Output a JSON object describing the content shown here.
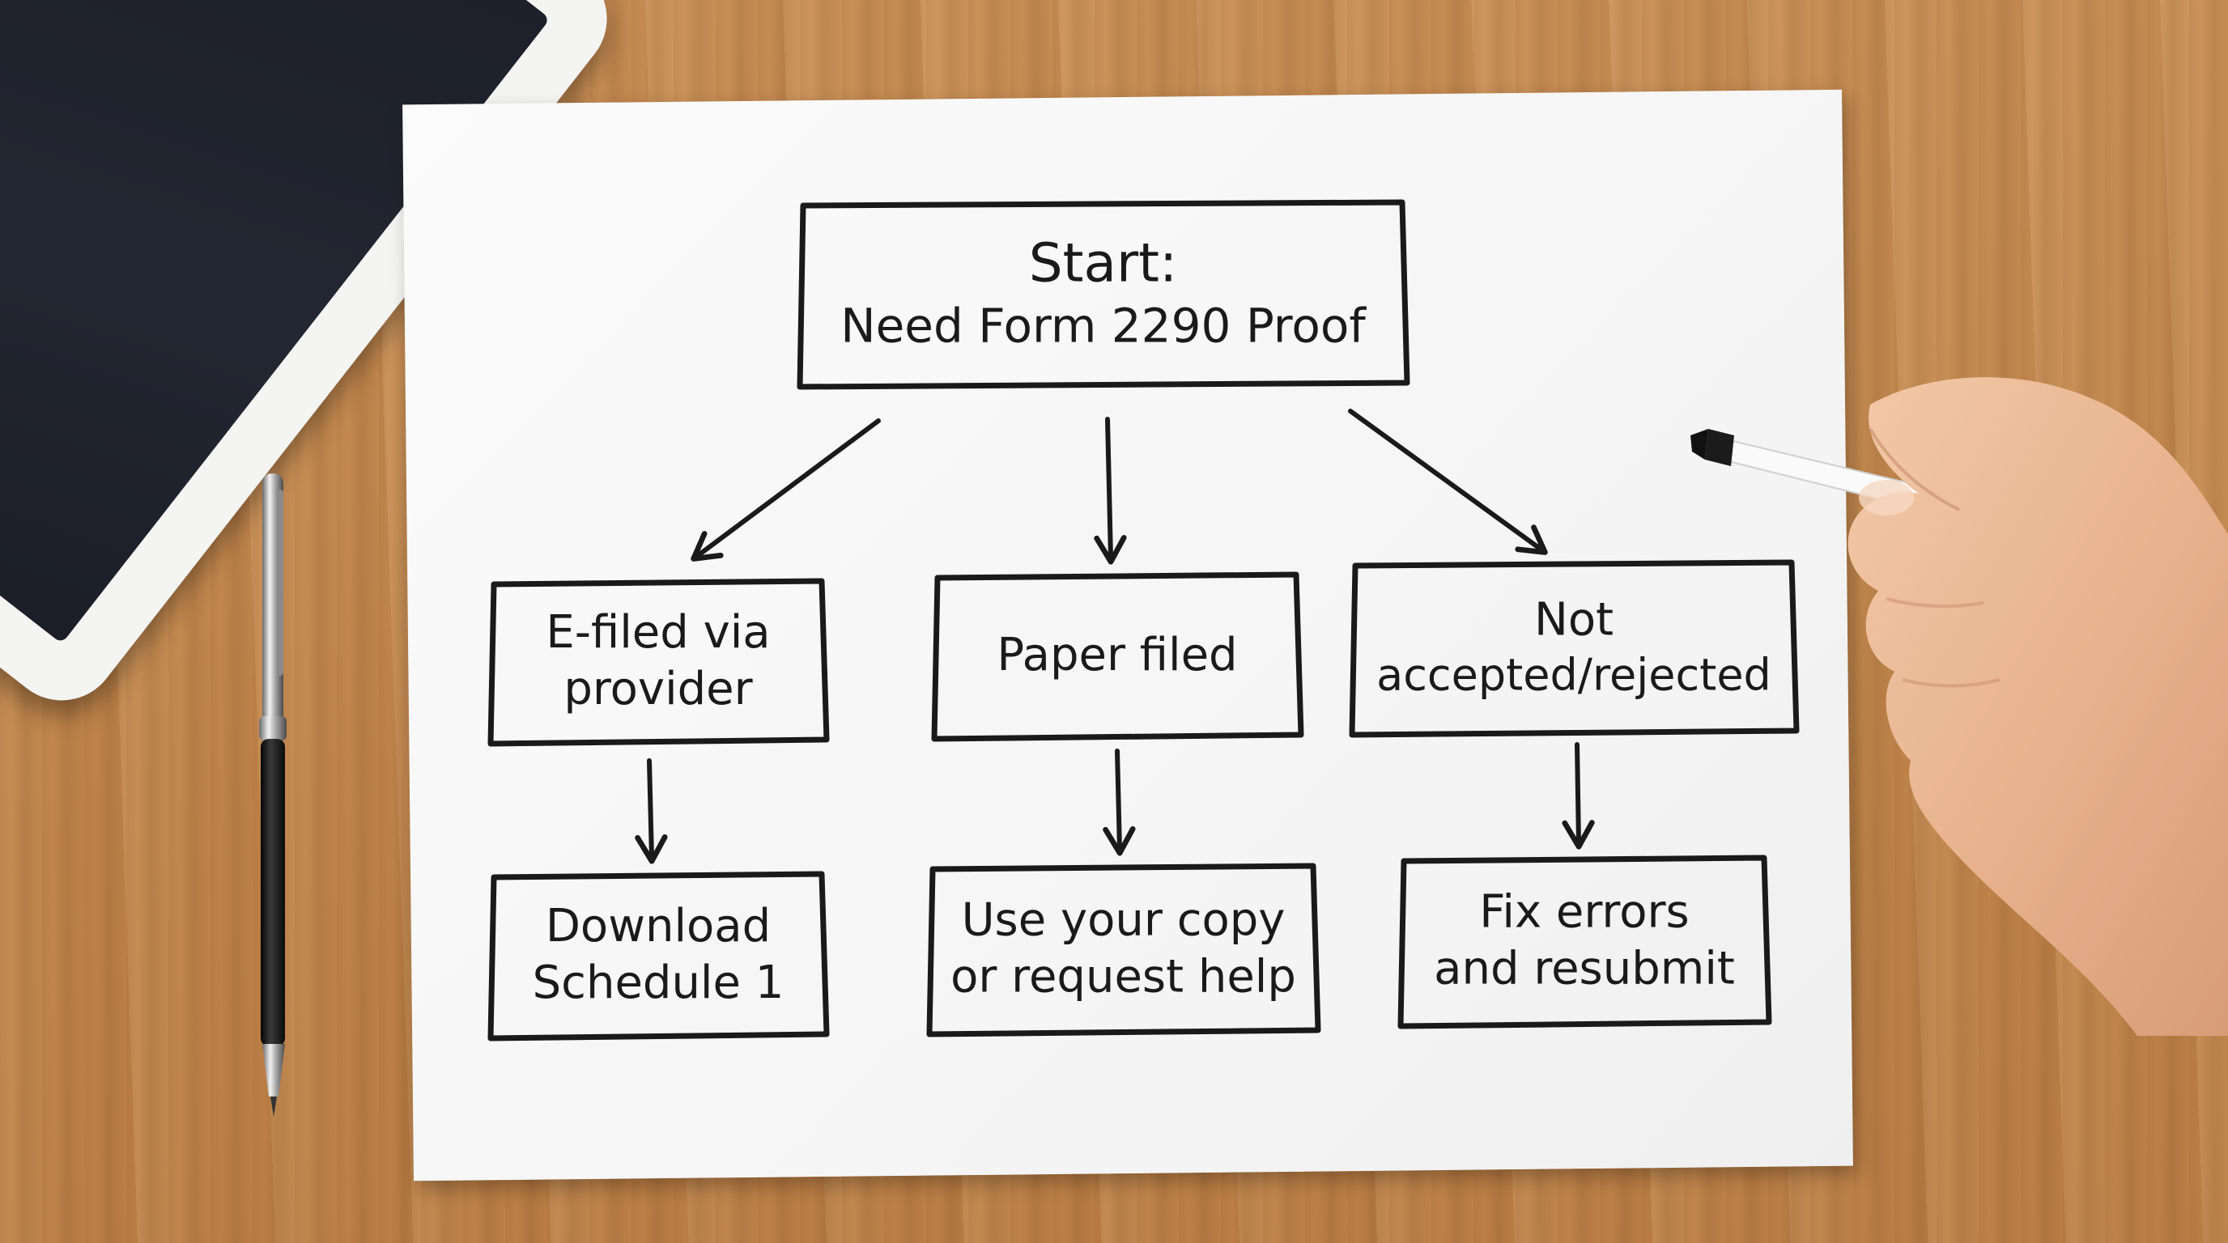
{
  "diagram": {
    "nodes": [
      {
        "id": "start",
        "lines": [
          "Start:",
          "Need Form 2290 Proof"
        ]
      },
      {
        "id": "efiled",
        "lines": [
          "E-filed via",
          "provider"
        ]
      },
      {
        "id": "paper",
        "lines": [
          "Paper filed"
        ]
      },
      {
        "id": "rejected",
        "lines": [
          "Not",
          "accepted/rejected"
        ]
      },
      {
        "id": "download",
        "lines": [
          "Download",
          "Schedule 1"
        ]
      },
      {
        "id": "copy",
        "lines": [
          "Use your copy",
          "or request help"
        ]
      },
      {
        "id": "fix",
        "lines": [
          "Fix errors",
          "and resubmit"
        ]
      }
    ],
    "edges": [
      {
        "from": "start",
        "to": "efiled"
      },
      {
        "from": "start",
        "to": "paper"
      },
      {
        "from": "start",
        "to": "rejected"
      },
      {
        "from": "efiled",
        "to": "download"
      },
      {
        "from": "paper",
        "to": "copy"
      },
      {
        "from": "rejected",
        "to": "fix"
      }
    ]
  },
  "colors": {
    "ink": "#1a1a1a",
    "paper": "#f8f8f8",
    "desk": "#c58a50"
  }
}
